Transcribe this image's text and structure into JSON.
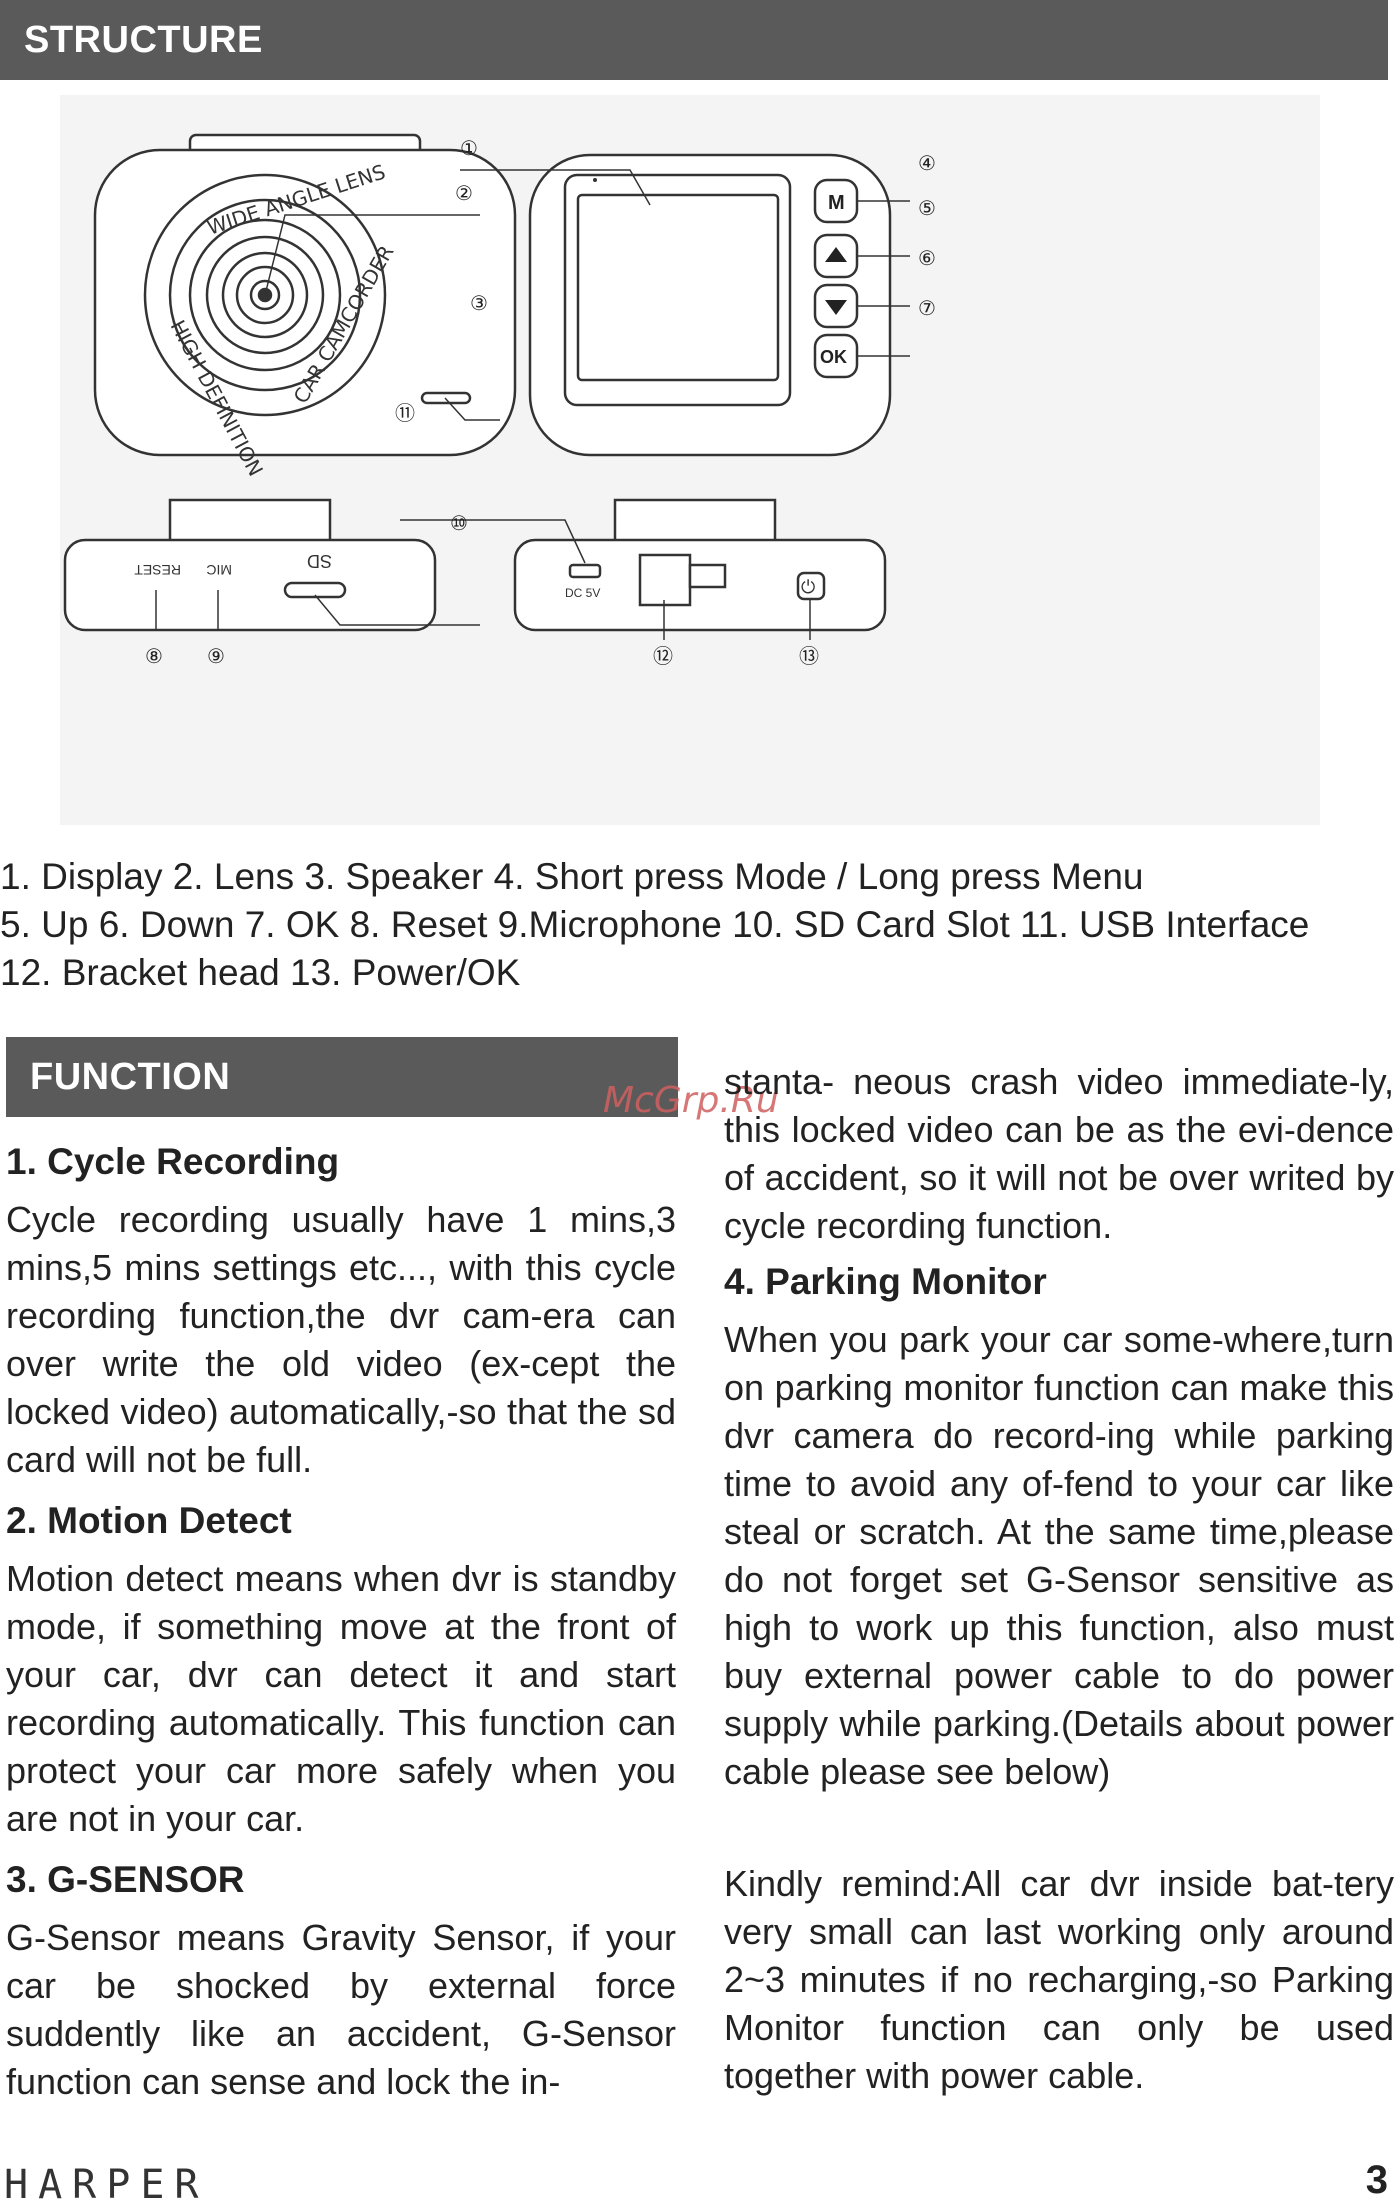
{
  "structure": {
    "heading": "STRUCTURE",
    "device_labels": {
      "lens_ring_top": "WIDE ANGLE LENS",
      "lens_ring_left": "HIGH DEFINITION",
      "lens_ring_right": "CAR CAMCORDER",
      "button_m": "M",
      "button_ok": "OK",
      "reset": "RESET",
      "mic": "MIC",
      "sd": "SD",
      "dc": "DC 5V"
    },
    "callouts": [
      "①",
      "②",
      "③",
      "④",
      "⑤",
      "⑥",
      "⑦",
      "⑧",
      "⑨",
      "⑩",
      "⑪",
      "⑫",
      "⑬"
    ],
    "legend_line1": "1. Display 2. Lens 3. Speaker 4. Short press Mode / Long press Menu",
    "legend_line2": "5. Up 6. Down 7. OK 8. Reset 9.Microphone 10. SD Card Slot 11. USB Interface",
    "legend_line3": "12. Bracket head 13. Power/OK"
  },
  "function": {
    "heading": "FUNCTION",
    "s1_title": "1. Cycle Recording",
    "s1_text": "Cycle recording usually have 1 mins,3 mins,5 mins settings etc..., with this cycle recording function,the dvr cam-era can over write the old video (ex-cept the locked video) automatically,-so that the sd card will not be full.",
    "s2_title": "2. Motion Detect",
    "s2_text": "Motion detect means when dvr is standby mode, if something move at the front of your car, dvr can detect it and start recording automatically. This function can protect your car more safely when you are not in your car.",
    "s3_title": "3. G-SENSOR",
    "s3_text": "G-Sensor means Gravity Sensor, if your car be shocked by external force suddently like an accident, G-Sensor function can sense and lock the in-",
    "s3_cont": "stanta- neous crash video immediate-ly, this locked video can be as the evi-dence of accident, so it will not be over writed by cycle recording function.",
    "s4_title": "4. Parking Monitor",
    "s4_text": "When you park your car some-where,turn on parking monitor function can make this dvr camera do record-ing while parking time to avoid any of-fend to your car like steal or scratch. At the same time,please do not forget set G-Sensor sensitive as high to work up this function, also must buy external power cable to do power supply while parking.(Details about power cable please see below)",
    "s4_remind": "Kindly remind:All car dvr inside bat-tery very small can last working only around 2~3 minutes if no recharging,-so Parking Monitor function can only be used together with power cable."
  },
  "watermark": "McGrp.Ru",
  "footer": {
    "brand": "HARPER",
    "page": "3"
  }
}
